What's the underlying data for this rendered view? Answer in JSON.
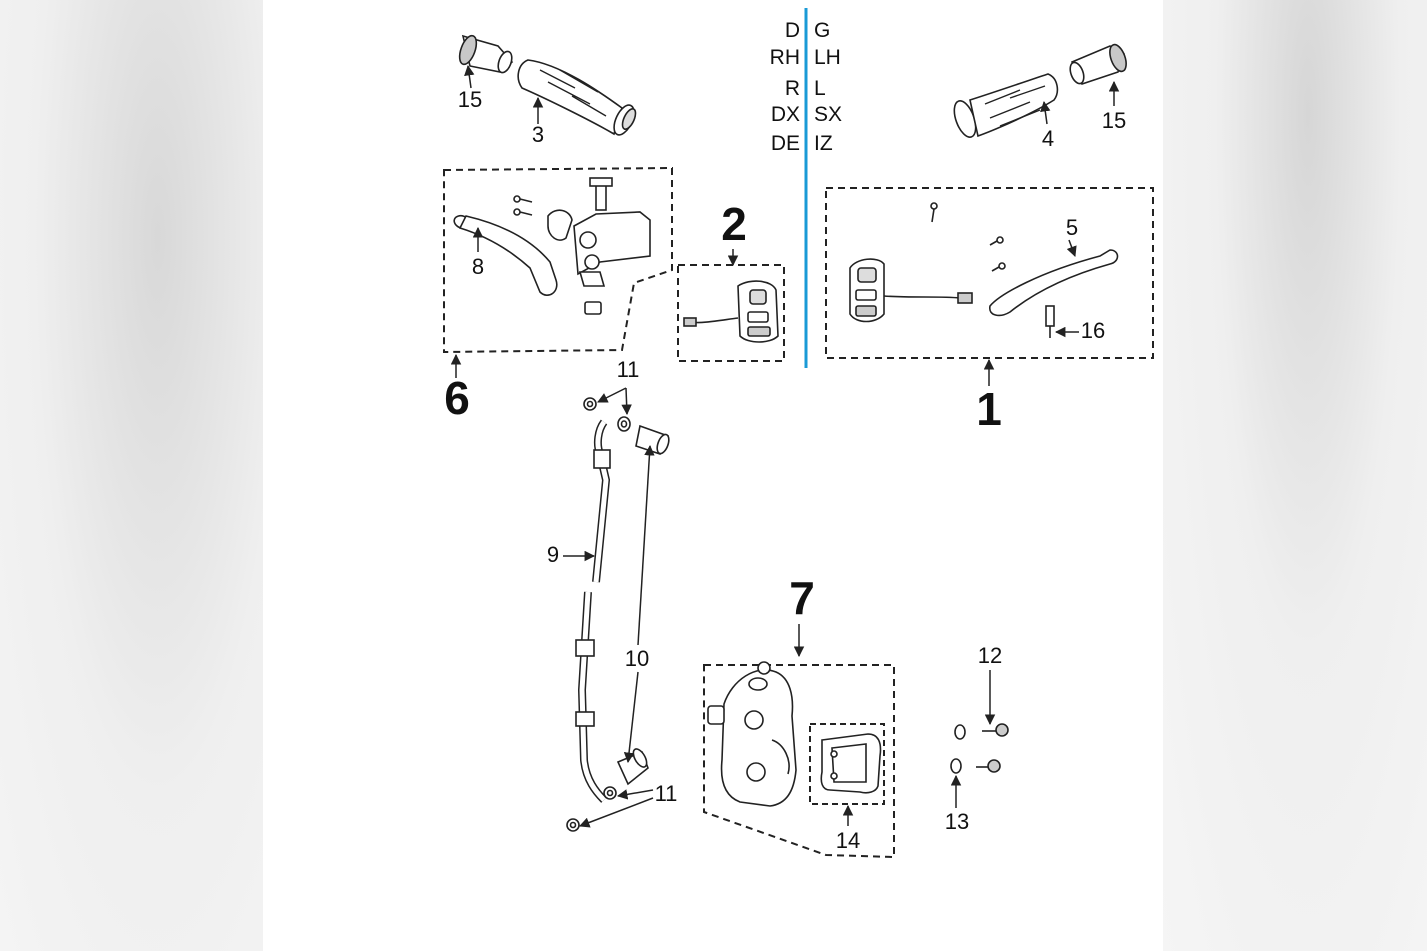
{
  "diagram": {
    "side_labels": {
      "right": [
        "D",
        "RH",
        "R",
        "DX",
        "DE"
      ],
      "left": [
        "G",
        "LH",
        "L",
        "SX",
        "IZ"
      ]
    },
    "assembly_numbers": {
      "a1": "1",
      "a2": "2",
      "a6": "6",
      "a7": "7"
    },
    "part_numbers": {
      "p3": "3",
      "p4": "4",
      "p5": "5",
      "p8": "8",
      "p9": "9",
      "p10": "10",
      "p11a": "11",
      "p11b": "11",
      "p12": "12",
      "p13": "13",
      "p14": "14",
      "p15a": "15",
      "p15b": "15",
      "p16": "16"
    },
    "colors": {
      "divider": "#1a9ad6",
      "line": "#222222",
      "paper": "#ffffff"
    }
  }
}
